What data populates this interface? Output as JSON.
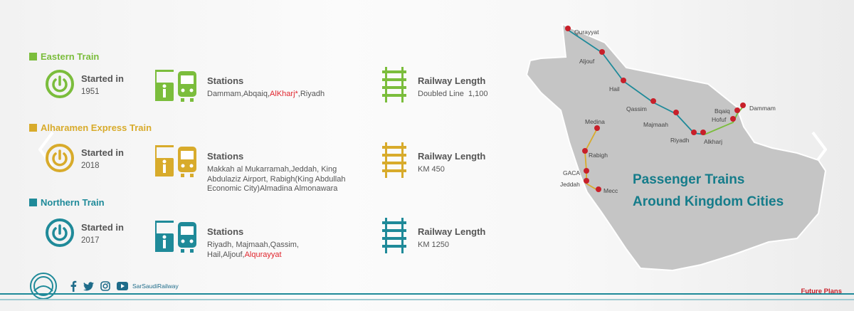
{
  "colors": {
    "eastern": "#7bbd3c",
    "haramain": "#d8ab2b",
    "northern": "#1f8a99",
    "accent_red": "#e0252d"
  },
  "sections": [
    {
      "title": "Eastern Train",
      "started_label": "Started in",
      "started_year": "1951",
      "stations_label": "Stations",
      "stations_text": "Dammam,Abqaiq,",
      "stations_highlight": "AlKharj*",
      "stations_tail": ",Riyadh",
      "rail_label": "Railway Length",
      "rail_value": "Doubled Line  1,100"
    },
    {
      "title": "Alharamen Express Train",
      "started_label": "Started in",
      "started_year": "2018",
      "stations_label": "Stations",
      "stations_text": "Makkah al Mukarramah,Jeddah, King Abdulaziz Airport, Rabigh(King Abdullah Economic City)Almadina Almonawara",
      "stations_highlight": "",
      "stations_tail": "",
      "rail_label": "Railway Length",
      "rail_value": "KM 450"
    },
    {
      "title": "Northern Train",
      "started_label": "Started in",
      "started_year": "2017",
      "stations_label": "Stations",
      "stations_text": "Riyadh, Majmaah,Qassim, Hail,Aljouf,",
      "stations_highlight": "Alqurayyat",
      "stations_tail": "",
      "rail_label": "Railway Length",
      "rail_value": "KM 1250"
    }
  ],
  "map": {
    "title_line1": "Passenger Trains",
    "title_line2": "Around Kingdom Cities",
    "cities": [
      "Qurayyat",
      "Aljouf",
      "Hail",
      "Qassim",
      "Majmaah",
      "Riyadh",
      "Alkharj",
      "Bqaiq",
      "Hofuf",
      "Dammam",
      "Medina",
      "Rabigh",
      "GACA",
      "Jeddah",
      "Mecc"
    ]
  },
  "footer": {
    "handle": "SarSaudiRailway",
    "future_plans": "Future Plans"
  },
  "icons": {
    "started": "power-icon",
    "stations": "train-station-icon",
    "rail": "railway-track-icon",
    "prev": "chevron-left-icon",
    "next": "chevron-right-icon"
  }
}
